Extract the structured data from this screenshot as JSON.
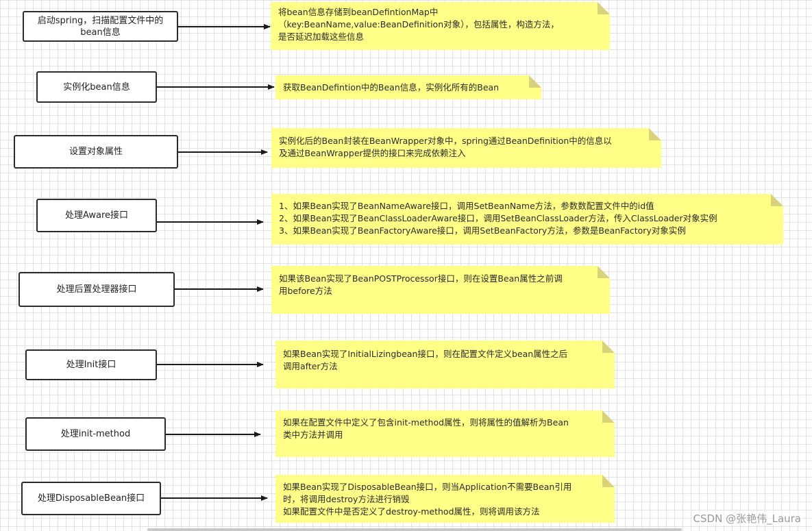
{
  "steps": [
    {
      "label": "启动spring，扫描配置文件中的bean信息",
      "note": [
        "将bean信息存储到beanDefintionMap中",
        "（key:BeanName,value:BeanDefinition对象），包括属性，构造方法，",
        "是否延迟加载这些信息"
      ]
    },
    {
      "label": "实例化bean信息",
      "note": [
        "获取BeanDefintion中的Bean信息，实例化所有的Bean"
      ]
    },
    {
      "label": "设置对象属性",
      "note": [
        "实例化后的Bean封装在BeanWrapper对象中，spring通过BeanDefinition中的信息以",
        "及通过BeanWrapper提供的接口来完成依赖注入"
      ]
    },
    {
      "label": "处理Aware接口",
      "note": [
        "1、如果Bean实现了BeanNameAware接口，调用SetBeanName方法，参数数配置文件中的id值",
        "2、如果Bean实现了BeanClassLoaderAware接口，调用SetBeanClassLoader方法，传入ClassLoader对象实例",
        "3、如果Bean实现了BeanFactoryAware接口，调用SetBeanFactory方法，参数是BeanFactory对象实例"
      ]
    },
    {
      "label": "处理后置处理器接口",
      "note": [
        "如果该Bean实现了BeanPOSTProcessor接口，则在设置Bean属性之前调",
        "用before方法"
      ]
    },
    {
      "label": "处理Init接口",
      "note": [
        "如果Bean实现了InitialLizingbean接口，则在配置文件定义bean属性之后",
        "调用after方法"
      ]
    },
    {
      "label": "处理init-method",
      "note": [
        "如果在配置文件中定义了包含init-method属性，则将属性的值解析为Bean",
        "类中方法并调用"
      ]
    },
    {
      "label": "处理DisposableBean接口",
      "note": [
        "如果Bean实现了DisposableBean接口，则当Application不需要Bean引用",
        "时，将调用destroy方法进行销毁",
        "如果配置文件中是否定义了destroy-method属性，则将调用该方法"
      ]
    }
  ],
  "watermark": "CSDN @张艳伟_Laura",
  "colors": {
    "note_fill": "#ffff88",
    "note_fold": "#d8d27a",
    "box_border": "#2b2b2b",
    "arrow": "#1a1a1a",
    "grid": "#e2e2e2"
  }
}
